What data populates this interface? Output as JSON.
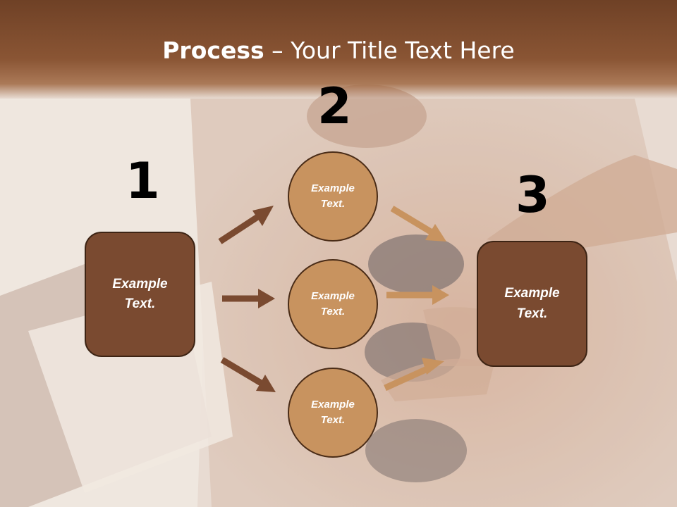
{
  "title": {
    "bold": "Process",
    "rest": " – Your Title Text Here"
  },
  "steps": [
    {
      "number": "1",
      "label": "Example\nText."
    },
    {
      "number": "2",
      "label": "Example\nText."
    },
    {
      "number": "3",
      "label": "Example\nText."
    }
  ],
  "circles": [
    {
      "label": "Example\nText."
    },
    {
      "label": "Example\nText."
    },
    {
      "label": "Example\nText."
    }
  ],
  "colors": {
    "header": "#7a4a2e",
    "box": "#7a4a30",
    "circle": "#c8935f",
    "arrow_dark": "#7a4a30",
    "arrow_light": "#c8935f"
  }
}
